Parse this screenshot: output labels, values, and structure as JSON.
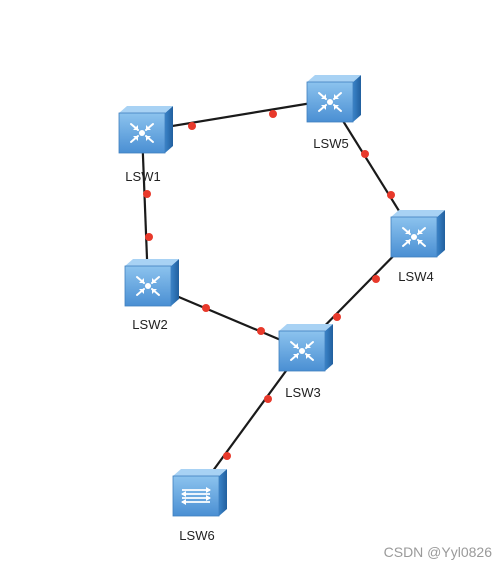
{
  "devices": [
    {
      "id": "LSW1",
      "label": "LSW1",
      "kind": "l3-switch"
    },
    {
      "id": "LSW2",
      "label": "LSW2",
      "kind": "l3-switch"
    },
    {
      "id": "LSW3",
      "label": "LSW3",
      "kind": "l3-switch"
    },
    {
      "id": "LSW4",
      "label": "LSW4",
      "kind": "l3-switch"
    },
    {
      "id": "LSW5",
      "label": "LSW5",
      "kind": "l3-switch"
    },
    {
      "id": "LSW6",
      "label": "LSW6",
      "kind": "l2-switch"
    }
  ],
  "links": [
    {
      "from": "LSW1",
      "to": "LSW5"
    },
    {
      "from": "LSW1",
      "to": "LSW2"
    },
    {
      "from": "LSW2",
      "to": "LSW3"
    },
    {
      "from": "LSW3",
      "to": "LSW4"
    },
    {
      "from": "LSW4",
      "to": "LSW5"
    },
    {
      "from": "LSW3",
      "to": "LSW6"
    }
  ],
  "colors": {
    "link": "#1a1a1a",
    "port": "#e8392b",
    "device_face": "#5ea2de",
    "device_top": "#a8d2f4",
    "device_side": "#2f74b8"
  },
  "watermark": "CSDN @Yyl0826"
}
